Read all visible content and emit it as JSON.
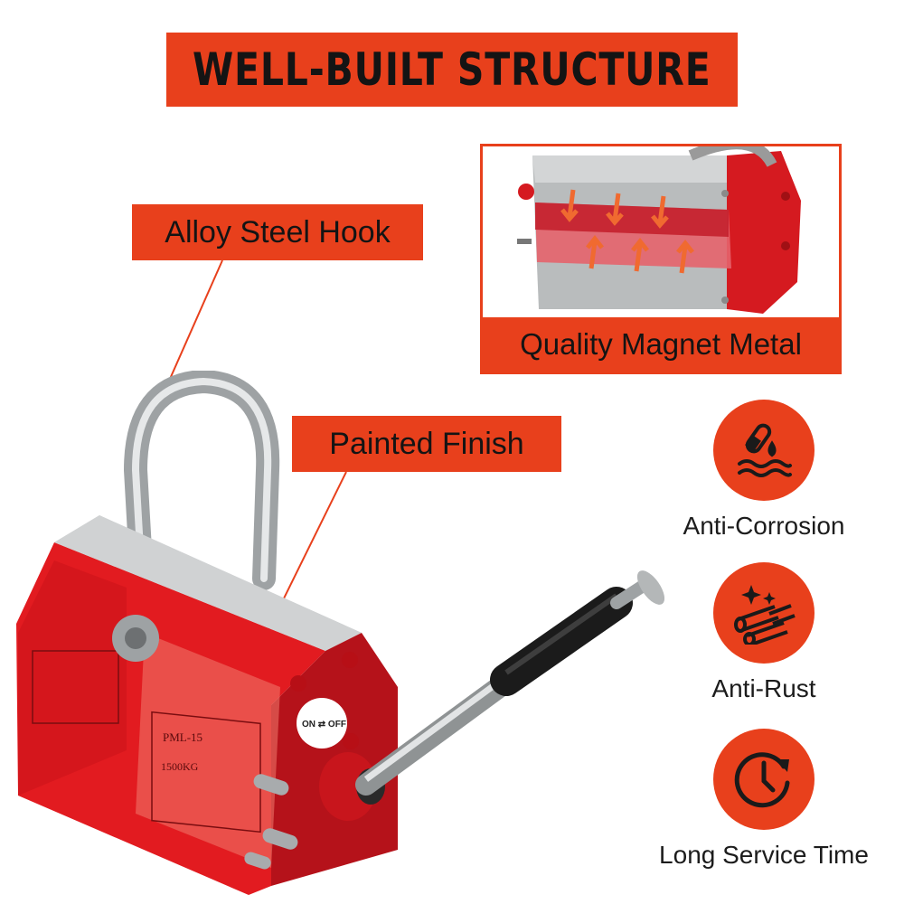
{
  "title": "WELL-BUILT STRUCTURE",
  "callouts": {
    "hook": "Alloy Steel Hook",
    "paint": "Painted Finish",
    "magnet": "Quality Magnet Metal"
  },
  "features": [
    {
      "label": "Anti-Corrosion",
      "icon": "test-tube-water-icon"
    },
    {
      "label": "Anti-Rust",
      "icon": "pipes-sparkle-icon"
    },
    {
      "label": "Long Service Time",
      "icon": "clock-icon"
    }
  ],
  "product": {
    "switch_label": "ON ⇄ OFF",
    "model": "PML-15",
    "capacity": "1500KG"
  },
  "colors": {
    "accent": "#e8401c",
    "body_red": "#d8141a",
    "text": "#141414"
  }
}
